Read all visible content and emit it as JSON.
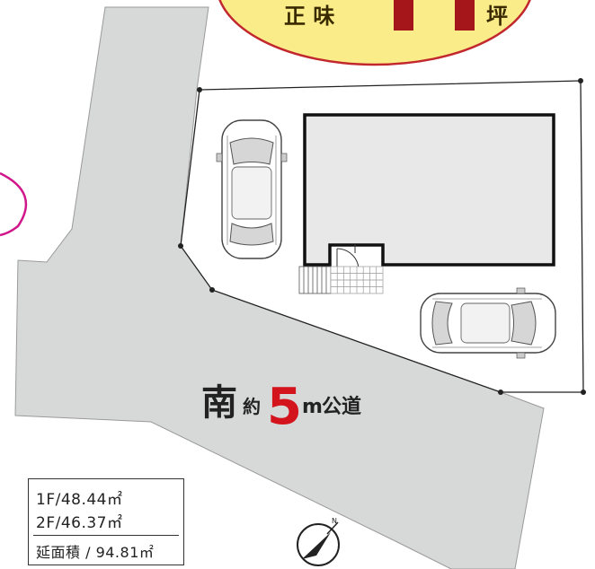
{
  "header_badge": {
    "left_label": "正 味",
    "right_label": "坪",
    "fill_color": "#fbec8a",
    "border_color": "#c1272d",
    "bar_color": "#a4161a"
  },
  "road": {
    "direction": "南",
    "prefix": "約",
    "width_value": "5",
    "unit": "m",
    "type": "公道",
    "accent_color": "#d4141c"
  },
  "floor_areas": {
    "first_floor": "1F/48.44㎡",
    "second_floor": "2F/46.37㎡",
    "total": "延面積 / 94.81㎡"
  },
  "colors": {
    "road": "#d7d8d8",
    "building": "#e8e8e8",
    "lot_line": "#222222",
    "marker": "#d1168a"
  },
  "icons": {
    "compass": "north-arrow-icon",
    "car": "car-icon",
    "stairs": "stairs-icon",
    "door": "door-swing-icon"
  }
}
